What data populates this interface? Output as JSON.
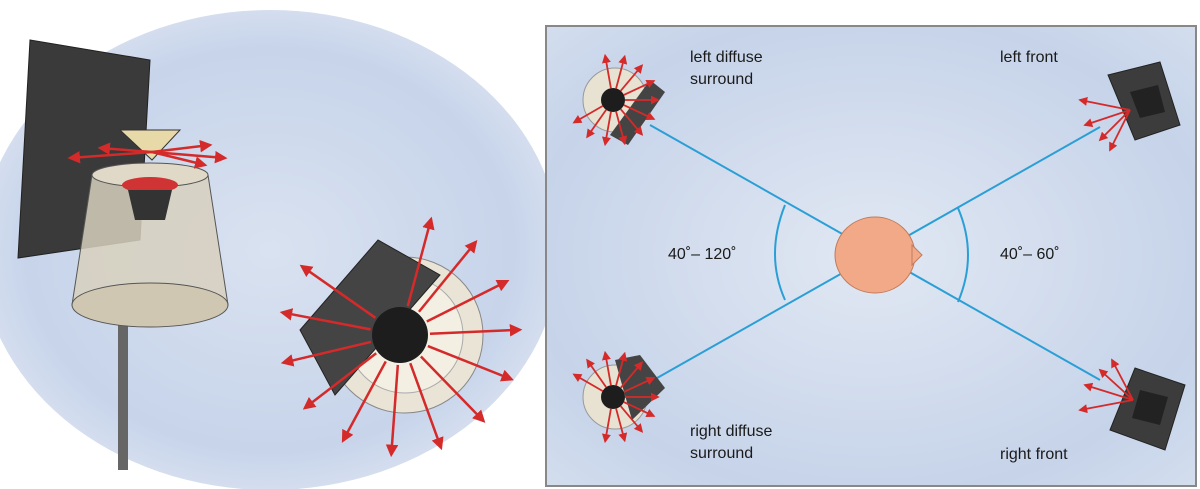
{
  "diagram": {
    "labels": {
      "left_diffuse": "left diffuse surround",
      "left_front": "left front",
      "right_diffuse": "right diffuse surround",
      "right_front": "right front",
      "surround_angle": "40˚– 120˚",
      "front_angle": "40˚– 60˚"
    },
    "colors": {
      "sky": "#c9d6ea",
      "line": "#2a9fd6",
      "arrow": "#d42a2a",
      "head": "#f1a987",
      "frame": "#888888"
    }
  }
}
